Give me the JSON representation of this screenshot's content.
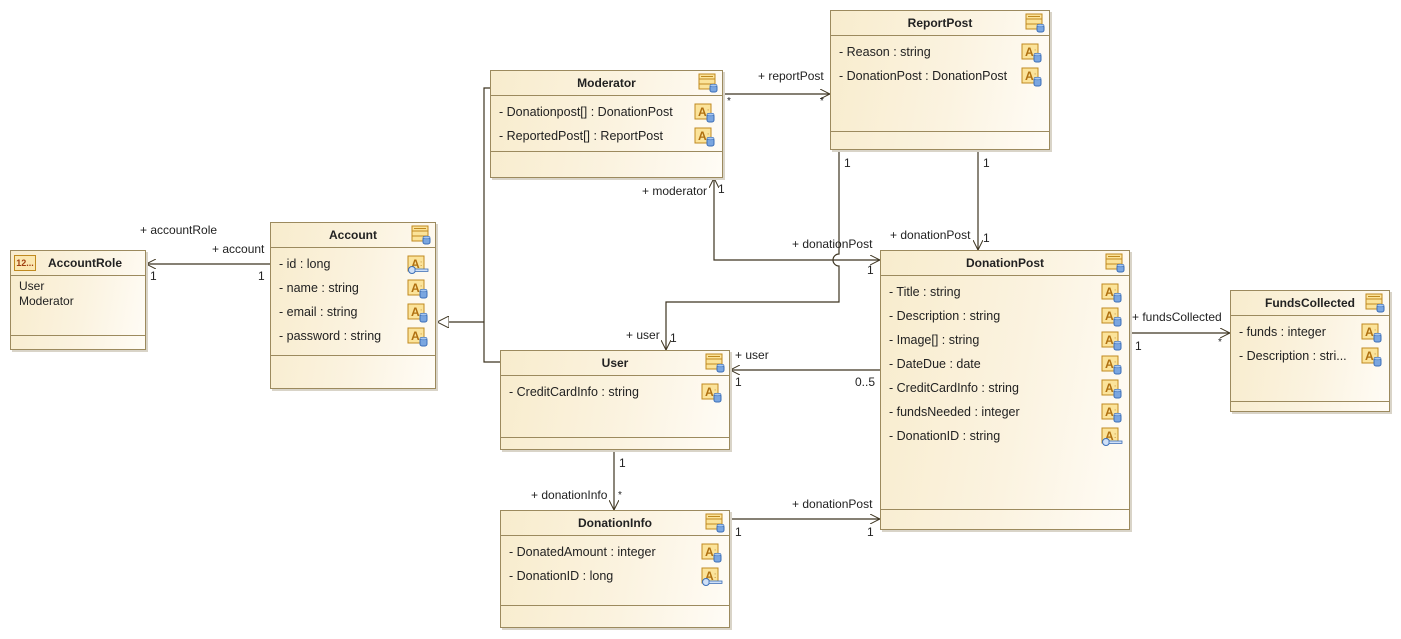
{
  "diagram": {
    "type": "UML class diagram",
    "classes": {
      "accountrole": {
        "name": "AccountRole",
        "stereotype_icon": "12...",
        "kind": "enumeration",
        "literals": [
          "User",
          "Moderator"
        ]
      },
      "account": {
        "name": "Account",
        "attributes": [
          {
            "text": "- id : long",
            "icon": "key-attribute-icon"
          },
          {
            "text": "- name : string",
            "icon": "attribute-icon"
          },
          {
            "text": "- email : string",
            "icon": "attribute-icon"
          },
          {
            "text": "- password : string",
            "icon": "attribute-icon"
          }
        ]
      },
      "moderator": {
        "name": "Moderator",
        "attributes": [
          {
            "text": "- Donationpost[] : DonationPost",
            "icon": "attribute-icon"
          },
          {
            "text": "- ReportedPost[] : ReportPost",
            "icon": "attribute-icon"
          }
        ]
      },
      "reportpost": {
        "name": "ReportPost",
        "attributes": [
          {
            "text": "- Reason : string",
            "icon": "attribute-icon"
          },
          {
            "text": "- DonationPost : DonationPost",
            "icon": "attribute-icon"
          }
        ]
      },
      "user": {
        "name": "User",
        "attributes": [
          {
            "text": "- CreditCardInfo : string",
            "icon": "attribute-icon"
          }
        ]
      },
      "donationpost": {
        "name": "DonationPost",
        "attributes": [
          {
            "text": "- Title : string",
            "icon": "attribute-icon"
          },
          {
            "text": "- Description : string",
            "icon": "attribute-icon"
          },
          {
            "text": "- Image[] : string",
            "icon": "attribute-icon"
          },
          {
            "text": "- DateDue : date",
            "icon": "attribute-icon"
          },
          {
            "text": "- CreditCardInfo : string",
            "icon": "attribute-icon"
          },
          {
            "text": "- fundsNeeded : integer",
            "icon": "attribute-icon"
          },
          {
            "text": "- DonationID : string",
            "icon": "key-attribute-icon"
          }
        ]
      },
      "fundscollected": {
        "name": "FundsCollected",
        "attributes": [
          {
            "text": "- funds : integer",
            "icon": "attribute-icon"
          },
          {
            "text": "- Description : stri...",
            "icon": "attribute-icon"
          }
        ]
      },
      "donationinfo": {
        "name": "DonationInfo",
        "attributes": [
          {
            "text": "- DonatedAmount : integer",
            "icon": "attribute-icon"
          },
          {
            "text": "- DonationID : long",
            "icon": "key-attribute-icon"
          }
        ]
      }
    },
    "labels": {
      "account_accountrole_role": "+ accountRole",
      "account_accountrole_role_mult": "1",
      "account_accountrole_account": "+ account",
      "account_accountrole_account_mult": "1",
      "moderator_reportpost_role": "+ reportPost",
      "moderator_reportpost_src_mult": "*",
      "moderator_reportpost_dst_mult": "*",
      "moderator_role": "+ moderator",
      "moderator_mult": "1",
      "moderator_donationpost_role": "+ donationPost",
      "moderator_donationpost_mult": "1",
      "reportpost_user_src_mult": "1",
      "reportpost_donationpost_src_mult": "1",
      "reportpost_donationpost_role": "+ donationPost",
      "reportpost_donationpost_dst_mult": "1",
      "user_role_top": "+ user",
      "user_mult_top": "1",
      "donationpost_user_role": "+ user",
      "donationpost_user_user_mult": "1",
      "donationpost_user_dp_mult": "0..5",
      "user_donationinfo_src_mult": "1",
      "donationinfo_role": "+ donationInfo",
      "donationinfo_mult": "*",
      "donationinfo_donationpost_role": "+ donationPost",
      "donationinfo_donationpost_src_mult": "1",
      "donationinfo_donationpost_dst_mult": "1",
      "fundscollected_role": "+ fundsCollected",
      "fundscollected_src_mult": "1",
      "fundscollected_dst_mult": "*"
    }
  }
}
